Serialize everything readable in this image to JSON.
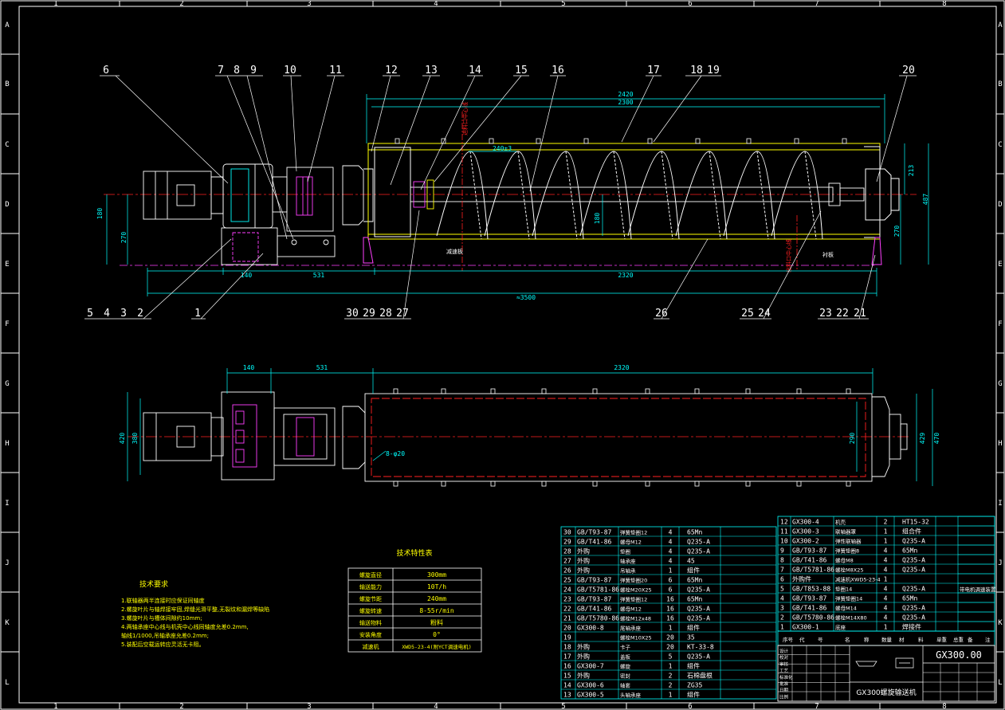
{
  "frame": {
    "cols_top": [
      "1",
      "2",
      "3",
      "4",
      "5",
      "6",
      "7",
      "8"
    ],
    "cols_bottom": [
      "1",
      "2",
      "3",
      "4",
      "5",
      "6",
      "7",
      "8"
    ],
    "rows": [
      "A",
      "B",
      "C",
      "D",
      "E",
      "F",
      "G",
      "H",
      "I",
      "J",
      "K",
      "L"
    ]
  },
  "callouts": {
    "top": [
      "6",
      "7",
      "8",
      "9",
      "10",
      "11",
      "12",
      "13",
      "14",
      "15",
      "16",
      "17",
      "18",
      "19",
      "20"
    ],
    "bottom": [
      "5",
      "4",
      "3",
      "2",
      "1",
      "30",
      "29",
      "28",
      "27",
      "26",
      "25",
      "24",
      "23",
      "22",
      "21"
    ]
  },
  "dims": {
    "d2420": "2420",
    "d2300": "2300",
    "d240": "240±3",
    "d213": "213",
    "d487": "487",
    "d270r": "270",
    "d180l": "180",
    "d270l": "270",
    "d140": "140",
    "d531": "531",
    "d2320": "2320",
    "d3500": "≈3500",
    "d180c": "180",
    "p140": "140",
    "p531": "531",
    "p2320": "2320",
    "p420": "420",
    "p380": "380",
    "p290": "290",
    "p429": "429",
    "p470": "470",
    "phole": "8-φ20"
  },
  "notes_labels": {
    "n1": "进料口中心线",
    "n2": "出料口中心线",
    "n3": "减速板",
    "n4": "衬板"
  },
  "tech_req": {
    "title": "技术要求",
    "lines": [
      "1.联轴器两半连接时应保证同轴度",
      "2.螺旋叶片与轴焊接牢固,焊缝光滑平整,无裂纹和漏焊等缺陷",
      "3.螺旋叶片与槽体间隙约10mm;",
      "4.两轴承座中心线与机壳中心线同轴度允差0.2mm,",
      "  轴线1/1000,吊轴承座允差0.2mm;",
      "5.装配后空载运转应灵活无卡阻。"
    ]
  },
  "tech_spec": {
    "title": "技术特性表",
    "rows": [
      [
        "螺旋直径",
        "300mm"
      ],
      [
        "输送能力",
        "10T/h"
      ],
      [
        "螺旋节距",
        "240mm"
      ],
      [
        "螺旋转速",
        "8-55r/min"
      ],
      [
        "输送物料",
        "粉料"
      ],
      [
        "安装角度",
        "0°"
      ],
      [
        "减速机",
        "XWD5-23-4(附YCT调速电机)"
      ]
    ]
  },
  "bom_left": [
    [
      "30",
      "GB/T93-87",
      "弹簧垫圈12",
      "4",
      "65Mn"
    ],
    [
      "29",
      "GB/T41-86",
      "螺母M12",
      "4",
      "Q235-A"
    ],
    [
      "28",
      "外购",
      "垫圈",
      "4",
      "Q235-A"
    ],
    [
      "27",
      "外购",
      "轴承座",
      "4",
      "45"
    ],
    [
      "26",
      "外购",
      "吊轴承",
      "1",
      "组件"
    ],
    [
      "25",
      "GB/T93-87",
      "弹簧垫圈20",
      "6",
      "65Mn"
    ],
    [
      "24",
      "GB/T5781-86",
      "螺栓M20X25",
      "6",
      "Q235-A"
    ],
    [
      "23",
      "GB/T93-87",
      "弹簧垫圈12",
      "16",
      "65Mn"
    ],
    [
      "22",
      "GB/T41-86",
      "螺母M12",
      "16",
      "Q235-A"
    ],
    [
      "21",
      "GB/T5780-86",
      "螺栓M12x48",
      "16",
      "Q235-A"
    ],
    [
      "20",
      "GX300-8",
      "尾轴承座",
      "1",
      "组件"
    ],
    [
      "19",
      "",
      "螺栓M10X25",
      "20",
      "35"
    ],
    [
      "18",
      "外购",
      "卡子",
      "20",
      "KT-33-8"
    ],
    [
      "17",
      "外购",
      "盖板",
      "5",
      "Q235-A"
    ],
    [
      "16",
      "GX300-7",
      "螺旋",
      "1",
      "组件"
    ],
    [
      "15",
      "外购",
      "密封",
      "2",
      "石棉盘根"
    ],
    [
      "14",
      "GX300-6",
      "轴套",
      "2",
      "ZG35"
    ],
    [
      "13",
      "GX300-5",
      "头轴承座",
      "1",
      "组件"
    ]
  ],
  "bom_right": [
    [
      "12",
      "GX300-4",
      "机壳",
      "2",
      "HT15-32"
    ],
    [
      "11",
      "GX300-3",
      "联轴器罩",
      "1",
      "组合件"
    ],
    [
      "10",
      "GX300-2",
      "弹性联轴器",
      "1",
      "Q235-A"
    ],
    [
      "9",
      "GB/T93-87",
      "弹簧垫圈8",
      "4",
      "65Mn"
    ],
    [
      "8",
      "GB/T41-86",
      "螺母M8",
      "4",
      "Q235-A"
    ],
    [
      "7",
      "GB/T5781-86",
      "螺栓M8X25",
      "4",
      "Q235-A"
    ],
    [
      "6",
      "外购件",
      "减速机XWD5-23-4",
      "1",
      ""
    ],
    [
      "5",
      "GB/T853-88",
      "垫圈14",
      "4",
      "Q235-A"
    ],
    [
      "4",
      "GB/T93-87",
      "弹簧垫圈14",
      "4",
      "65Mn"
    ],
    [
      "3",
      "GB/T41-86",
      "螺母M14",
      "4",
      "Q235-A"
    ],
    [
      "2",
      "GB/T5780-86",
      "螺栓M14X80",
      "4",
      "Q235-A"
    ],
    [
      "1",
      "GX300-1",
      "底座",
      "1",
      "焊接件"
    ]
  ],
  "bom_right_note": "带电机调速装置",
  "bom_header": [
    "序号",
    "代",
    "号",
    "名",
    "称",
    "数量",
    "材",
    "料",
    "单重",
    "总重",
    "备",
    "注"
  ],
  "title_block": {
    "drawing_no": "GX300.00",
    "name": "GX300螺旋输送机",
    "small": [
      "设计",
      "校对",
      "审核",
      "工艺",
      "标准化",
      "批准",
      "日期",
      "比例"
    ]
  },
  "colors": {
    "frame": "#ffffff",
    "cyan": "#00ffff",
    "red": "#ff2020",
    "yellow": "#ffff00",
    "magenta": "#ff40ff",
    "green": "#00ff00",
    "white": "#ffffff",
    "blue": "#4060ff"
  }
}
